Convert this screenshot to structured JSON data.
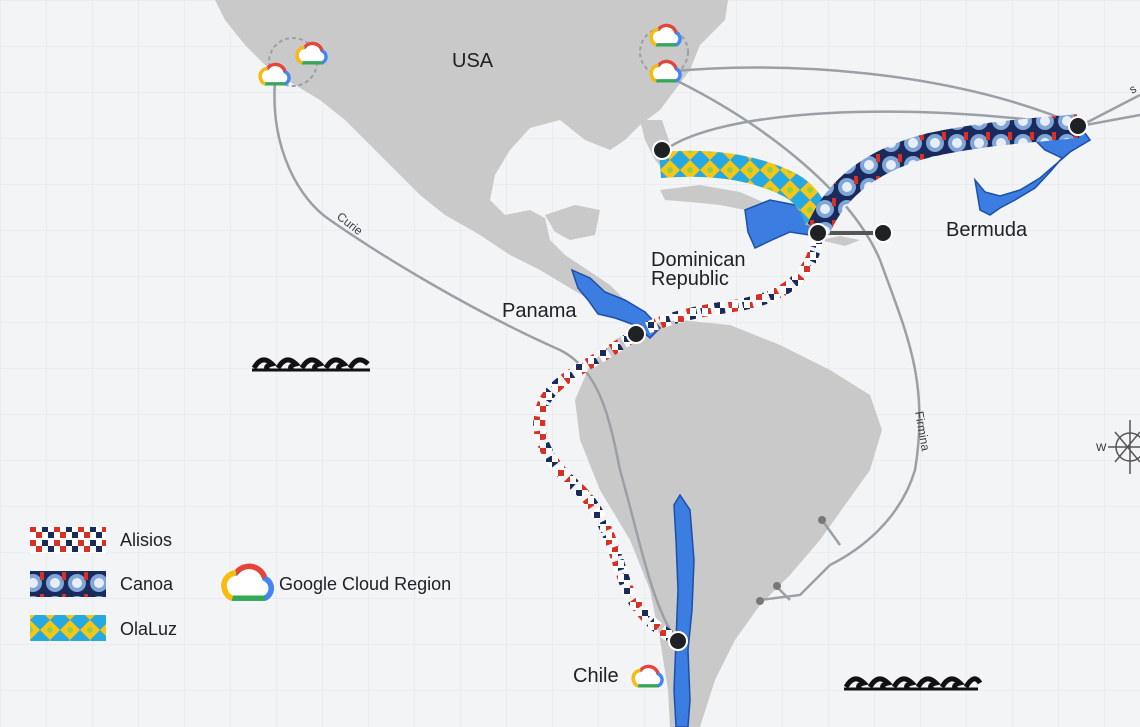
{
  "map": {
    "countries": {
      "usa": "USA",
      "bermuda": "Bermuda",
      "dominican_republic_line1": "Dominican",
      "dominican_republic_line2": "Republic",
      "panama": "Panama",
      "chile": "Chile"
    },
    "cables": {
      "curie": "Curie",
      "firmina": "Firmina",
      "partial_offscreen": "s"
    },
    "compass": {
      "west_letter": "W"
    }
  },
  "legend": {
    "items": [
      {
        "label": "Alisios",
        "pattern": "alisios"
      },
      {
        "label": "Canoa",
        "pattern": "canoa"
      },
      {
        "label": "OlaLuz",
        "pattern": "olaluz"
      }
    ],
    "cloud_region": {
      "label": "Google Cloud Region",
      "icon": "google-cloud-icon"
    }
  },
  "colors": {
    "background": "#f3f4f6",
    "grid": "#e1e4e8",
    "land": "#c9c9c9",
    "highlight_land": "#3b7de0",
    "cable_line": "#9aa0a6",
    "node": "#202124",
    "alisios_red": "#d93025",
    "alisios_navy": "#1a2a5c",
    "canoa_blue": "#7fa6d6",
    "olaluz_yellow": "#f9c613",
    "olaluz_cyan": "#26a9e0",
    "google_blue": "#4285f4",
    "google_red": "#ea4335",
    "google_yellow": "#fbbc04",
    "google_green": "#34a853"
  }
}
